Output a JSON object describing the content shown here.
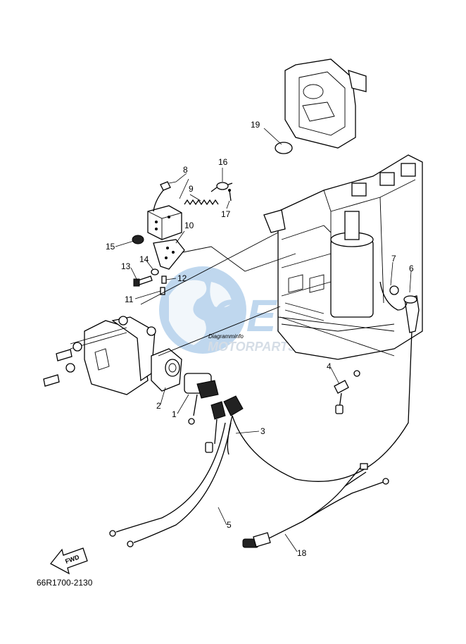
{
  "diagram": {
    "part_code": "66R1700-2130",
    "fwd_label": "FWD",
    "engine_marking": "Diagramminfo",
    "callouts": [
      "1",
      "2",
      "3",
      "4",
      "5",
      "6",
      "7",
      "8",
      "9",
      "10",
      "11",
      "12",
      "13",
      "14",
      "15",
      "16",
      "17",
      "18",
      "19"
    ]
  },
  "watermark": {
    "logo_text": "OEM",
    "tagline": "MOTORPARTS"
  },
  "colors": {
    "line": "#000000",
    "background": "#ffffff",
    "watermark_blue": "#4a8fd0"
  }
}
